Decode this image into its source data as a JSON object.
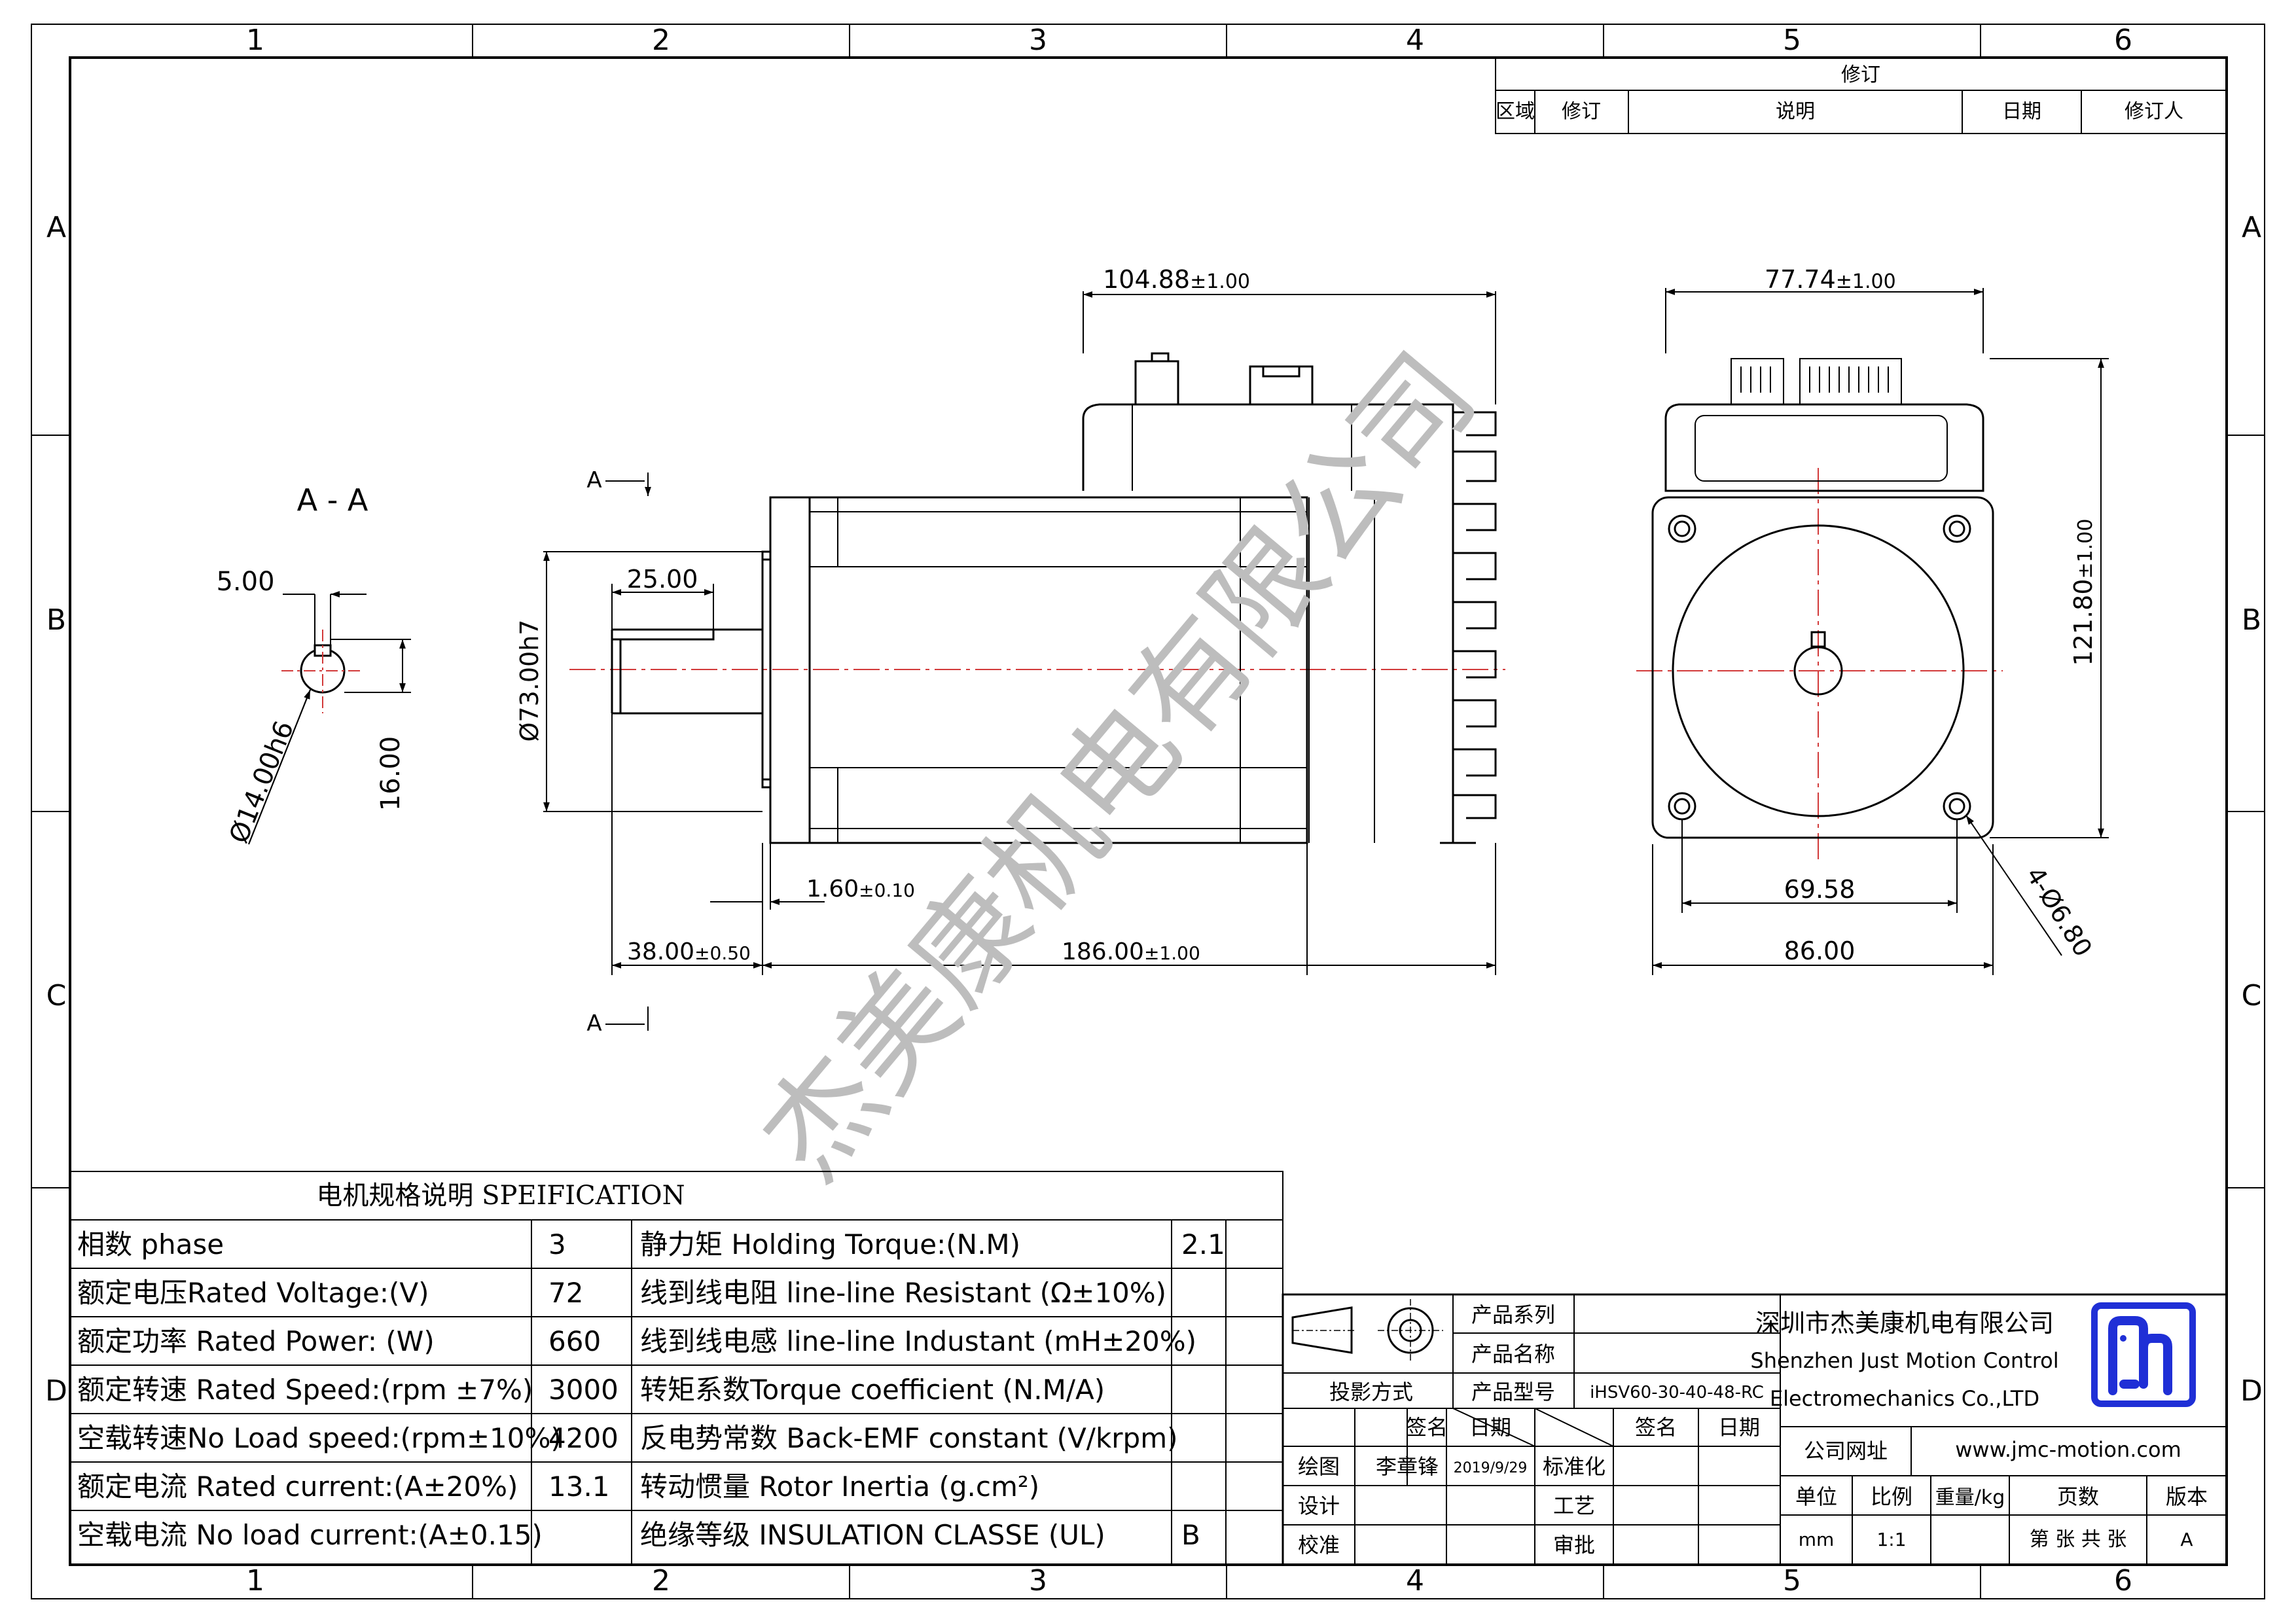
{
  "sheet": {
    "zone_cols": [
      "1",
      "2",
      "3",
      "4",
      "5",
      "6"
    ],
    "zone_rows": [
      "A",
      "B",
      "C",
      "D"
    ],
    "watermark": "杰美康机电有限公司"
  },
  "revision": {
    "title": "修订",
    "headers": [
      "区域",
      "修订",
      "说明",
      "日期",
      "修订人"
    ]
  },
  "section_view": {
    "title": "A - A",
    "dim_key_width": "5.00",
    "dim_key_depth": "16.00",
    "dim_shaft_dia": "Ø14.00h6"
  },
  "side_view": {
    "section_marker": "A",
    "dim_top_length": "104.88",
    "dim_top_length_tol": "±1.00",
    "dim_key_length": "25.00",
    "dim_pilot_dia": "Ø73.00h7",
    "dim_flange": "1.60",
    "dim_flange_tol": "±0.10",
    "dim_shaft_length": "38.00",
    "dim_shaft_length_tol": "±0.50",
    "dim_body_length": "186.00",
    "dim_body_length_tol": "±1.00"
  },
  "front_view": {
    "dim_width_top": "77.74",
    "dim_width_top_tol": "±1.00",
    "dim_height": "121.80",
    "dim_height_tol": "±1.00",
    "dim_hole_spacing": "69.58",
    "dim_width": "86.00",
    "dim_holes": "4-Ø6.80"
  },
  "spec": {
    "title": "电机规格说明 SPEIFICATION",
    "rows": [
      {
        "left_label": "相数 phase",
        "left_value": "3",
        "right_label": "静力矩 Holding Torque:(N.M)",
        "right_value": "2.1"
      },
      {
        "left_label": "额定电压Rated Voltage:(V)",
        "left_value": "72",
        "right_label": "线到线电阻 line-line Resistant (Ω±10%)",
        "right_value": ""
      },
      {
        "left_label": "额定功率 Rated Power: (W)",
        "left_value": "660",
        "right_label": "线到线电感 line-line Industant (mH±20%)",
        "right_value": ""
      },
      {
        "left_label": "额定转速 Rated Speed:(rpm ±7%)",
        "left_value": "3000",
        "right_label": "转矩系数Torque coefficient (N.M/A)",
        "right_value": ""
      },
      {
        "left_label": "空载转速No Load speed:(rpm±10%)",
        "left_value": "4200",
        "right_label": "反电势常数 Back-EMF constant (V/krpm)",
        "right_value": ""
      },
      {
        "left_label": "额定电流 Rated current:(A±20%)",
        "left_value": "13.1",
        "right_label": "转动惯量 Rotor Inertia (g.cm²)",
        "right_value": ""
      },
      {
        "left_label": "空载电流 No load current:(A±0.15)",
        "left_value": "",
        "right_label": "绝缘等级 INSULATION CLASSE (UL)",
        "right_value": "B"
      }
    ]
  },
  "title_block": {
    "product_series_label": "产品系列",
    "product_name_label": "产品名称",
    "product_model_label": "产品型号",
    "product_model": "iHSV60-30-40-48-RC",
    "projection_label": "投影方式",
    "sign_label": "签名",
    "date_label": "日期",
    "draw_label": "绘图",
    "drawer": "李章锋",
    "draw_date": "2019/9/29",
    "standard_label": "标准化",
    "design_label": "设计",
    "process_label": "工艺",
    "check_label": "校准",
    "approve_label": "审批",
    "sign_label2": "签名",
    "date_label2": "日期",
    "company_cn": "深圳市杰美康机电有限公司",
    "company_en_1": "Shenzhen Just Motion Control",
    "company_en_2": "Electromechanics Co.,LTD",
    "website_label": "公司网址",
    "website": "www.jmc-motion.com",
    "unit_label": "单位",
    "scale_label": "比例",
    "weight_label": "重量/kg",
    "pages_label": "页数",
    "version_label": "版本",
    "unit": "mm",
    "scale": "1:1",
    "pages": "第 张 共 张",
    "version": "A"
  },
  "colors": {
    "logo_blue": "#1f2fd6",
    "centerline": "#d23a3a",
    "watermark": "#bdbdbd"
  }
}
